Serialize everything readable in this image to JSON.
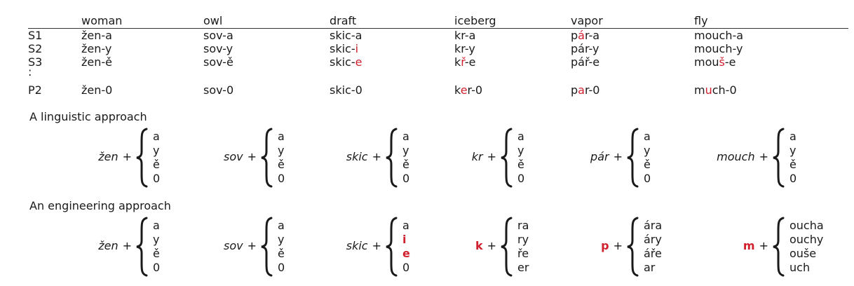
{
  "table": {
    "header": [
      "",
      "woman",
      "owl",
      "draft",
      "iceberg",
      "vapor",
      "fly"
    ],
    "rows": [
      [
        {
          "t": "S1"
        },
        {
          "t": "žen-a"
        },
        {
          "t": "sov-a"
        },
        {
          "t": "skic-a"
        },
        {
          "t": "kr-a"
        },
        {
          "t": "p",
          "r": "á",
          "s": "r-a"
        },
        {
          "t": "mouch-a"
        }
      ],
      [
        {
          "t": "S2"
        },
        {
          "t": "žen-y"
        },
        {
          "t": "sov-y"
        },
        {
          "t": "skic-",
          "r": "i"
        },
        {
          "t": "kr-y"
        },
        {
          "t": "pár-y"
        },
        {
          "t": "mouch-y"
        }
      ],
      [
        {
          "t": "S3"
        },
        {
          "t": "žen-ě"
        },
        {
          "t": "sov-ě"
        },
        {
          "t": "skic-",
          "r": "e"
        },
        {
          "t": "k",
          "r": "ř",
          "s": "-e"
        },
        {
          "t": "pář-e"
        },
        {
          "t": "mou",
          "r": "š",
          "s": "-e"
        }
      ],
      [
        {
          "t": ":"
        },
        {
          "t": ""
        },
        {
          "t": ""
        },
        {
          "t": ""
        },
        {
          "t": ""
        },
        {
          "t": ""
        },
        {
          "t": ""
        }
      ],
      [
        {
          "t": "P2"
        },
        {
          "t": "žen-0"
        },
        {
          "t": "sov-0"
        },
        {
          "t": "skic-0"
        },
        {
          "t": "k",
          "r": "e",
          "s": "r-0"
        },
        {
          "t": "p",
          "r": "a",
          "s": "r-0"
        },
        {
          "t": "m",
          "r": "u",
          "s": "ch-0"
        }
      ]
    ]
  },
  "linguistic": {
    "title": "A linguistic approach",
    "formulas": [
      {
        "stem": "žen",
        "items": [
          "a",
          "y",
          "ě",
          "0"
        ]
      },
      {
        "stem": "sov",
        "items": [
          "a",
          "y",
          "ě",
          "0"
        ]
      },
      {
        "stem": "skic",
        "items": [
          "a",
          "y",
          "ě",
          "0"
        ]
      },
      {
        "stem": "kr",
        "items": [
          "a",
          "y",
          "ě",
          "0"
        ]
      },
      {
        "stem": "pár",
        "items": [
          "a",
          "y",
          "ě",
          "0"
        ]
      },
      {
        "stem": "mouch",
        "items": [
          "a",
          "y",
          "ě",
          "0"
        ]
      }
    ]
  },
  "engineering": {
    "title": "An engineering approach",
    "formulas": [
      {
        "stem": "žen",
        "items": [
          "a",
          "y",
          "ě",
          "0"
        ]
      },
      {
        "stem": "sov",
        "items": [
          "a",
          "y",
          "ě",
          "0"
        ]
      },
      {
        "stem": "skic",
        "items": [
          "a",
          "i",
          "e",
          "0"
        ],
        "red_items": [
          1,
          2
        ]
      },
      {
        "stem": "k",
        "stem_red": true,
        "items": [
          "ra",
          "ry",
          "ře",
          "er"
        ]
      },
      {
        "stem": "p",
        "stem_red": true,
        "items": [
          "ára",
          "áry",
          "áře",
          "ar"
        ]
      },
      {
        "stem": "m",
        "stem_red": true,
        "items": [
          "oucha",
          "ouchy",
          "ouše",
          "uch"
        ]
      }
    ],
    "plus": "+"
  },
  "colors": {
    "accent_red": "#d0202e",
    "text": "#1a1a1a",
    "rule": "#333333"
  }
}
